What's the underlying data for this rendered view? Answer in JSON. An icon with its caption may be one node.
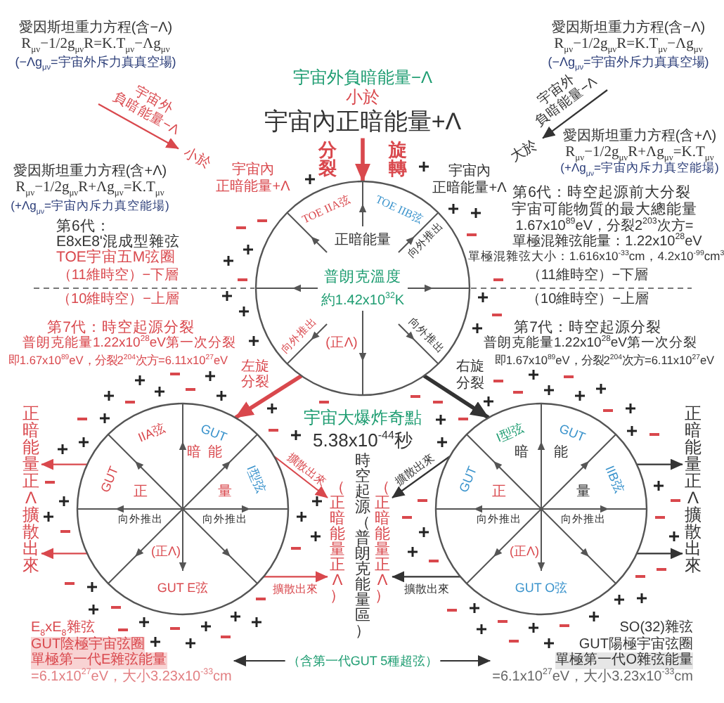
{
  "diagram": {
    "nodes": [
      {
        "text": [
          "宇宙內正暗能量+Λ"
        ]
      },
      {
        "text": [
          "小於"
        ]
      },
      {
        "text": [
          "大於"
        ]
      },
      {
        "text": [
          "正暗能量",
          "普朗克溫度",
          "約1.42x10$^{32}$K",
          "TOE IIA弦",
          "TOE IIB弦",
          "向外推出",
          "向外推出",
          "向外推出",
          "(正Λ)"
        ]
      },
      {
        "text": [
          "IIA弦",
          "GUT",
          "GUT",
          "暗",
          "能",
          "正",
          "量",
          "I型弦",
          "向外推出",
          "向外推出",
          "(正Λ)",
          "GUT E弦"
        ]
      },
      {
        "text": [
          "I型弦",
          "GUT",
          "GUT",
          "暗",
          "能",
          "正",
          "量",
          "IIB弦",
          "向外推出",
          "向外推出",
          "(正Λ)",
          "GUT O弦"
        ]
      },
      {
        "text": [
          "正暗能量正Λ擴散出來"
        ]
      },
      {
        "text": [
          "（正暗能量正Λ）"
        ]
      },
      {
        "text": [
          "（正暗能量正Λ）"
        ]
      },
      {
        "text": [
          "正暗能量正Λ擴散出來"
        ]
      },
      {
        "text": [
          "E$_{8}$xE$_{8}$雜弦",
          "GUT陰極宇宙弦圈",
          "單極第一代E雜弦能量",
          "=6.1x10$^{27}$eV，大小3.23x10$^{-33}$cm"
        ]
      },
      {
        "text": [
          "（含第一代GUT 5種超弦）"
        ]
      },
      {
        "text": [
          "SO(32)雜弦",
          "GUT陽極宇宙弦圈",
          "單極第一代O雜弦能量",
          "=6.1x10$^{27}$eV，大小3.23x10$^{-33}$cm"
        ]
      }
    ],
    "edges": [
      {
        "from": null,
        "to": 1,
        "arrow": "to",
        "label": "宇宙外負暗能量−Λ",
        "color": "#d9484d"
      },
      {
        "from": null,
        "to": 2,
        "arrow": "to",
        "label": "宇宙外負暗能量−Λ"
      },
      {
        "from": 0,
        "to": 3,
        "arrow": "to",
        "style": "thick",
        "color": "#d9484d"
      },
      {
        "from": 3,
        "to": 4,
        "arrow": "to",
        "label": "左旋分裂",
        "style": "thick",
        "color": "#d9484d"
      },
      {
        "from": 3,
        "to": 5,
        "arrow": "to",
        "label": "右旋分裂",
        "style": "thick"
      },
      {
        "from": 4,
        "to": 6,
        "arrow": "to",
        "color": "#d9484d"
      },
      {
        "from": 4,
        "to": 6,
        "arrow": "to",
        "color": "#d9484d"
      },
      {
        "from": 4,
        "to": 7,
        "arrow": "to",
        "label": "擴散出來",
        "color": "#d9484d"
      },
      {
        "from": 4,
        "to": 7,
        "arrow": "to",
        "label": "擴散出來",
        "color": "#d9484d"
      },
      {
        "from": 5,
        "to": 8,
        "arrow": "to",
        "label": "擴散出來"
      },
      {
        "from": 5,
        "to": 8,
        "arrow": "to",
        "label": "擴散出來"
      },
      {
        "from": 5,
        "to": 9,
        "arrow": "to"
      },
      {
        "from": 5,
        "to": 9,
        "arrow": "to"
      },
      {
        "from": 11,
        "to": 10,
        "arrow": "to"
      },
      {
        "from": 11,
        "to": 12,
        "arrow": "to"
      }
    ],
    "labels": [
      "愛因斯坦重力方程(含−Λ)",
      "愛因斯坦重力方程(含−Λ)",
      "R$_{μν}$−1/2g$_{μν}$R=K.T$_{μν}$−Λg$_{μν}$",
      "R$_{μν}$−1/2g$_{μν}$R=K.T$_{μν}$−Λg$_{μν}$",
      "(−Λg$_{μν}$=宇宙外斥力真真空場)",
      "(−Λg$_{μν}$=宇宙外斥力真真空場)",
      "宇宙外負暗能量−Λ",
      "小於",
      "分裂",
      "旋轉",
      "愛因斯坦重力方程(含+Λ)",
      "R$_{μν}$−1/2g$_{μν}$R+Λg$_{μν}$=K.T$_{μν}$",
      "愛因斯坦重力方程(含+Λ)",
      "宇宙內正暗能量+Λ",
      "宇宙內正暗能量+Λ",
      "(+Λg$_{μν}$=宇宙內斥力真空能場)",
      "R$_{μν}$−1/2g$_{μν}$R+Λg$_{μν}$=K.T$_{μν}$",
      "第6代：時空起源前大分裂",
      "(+Λg$_{μν}$=宇宙內斥力真空能場)",
      "宇宙可能物質的最大總能量",
      "第6代：",
      "1.67x10$^{89}$eV，分裂2$^{203}$次方=",
      "E8xE8'混成型雜弦",
      "單極混雜弦能量：1.22x10$^{28}$eV",
      "TOE宇宙五M弦圈",
      "單極混雜弦大小：1.616x10$^{-33}$cm，4.2x10$^{-99}$cm$^{3}$",
      "（11維時空）−下層",
      "（11維時空）−下層",
      "（10維時空）−上層",
      "（10維時空）−上層",
      "第7代：時空起源分裂",
      "第7代：時空起源分裂",
      "普朗克能量1.22x10$^{28}$eV第一次分裂",
      "普朗克能量1.22x10$^{28}$eV第一次分裂",
      "即1.67x10$^{89}$eV，分裂2$^{204}$次方=6.11x10$^{27}$eV",
      "即1.67x10$^{89}$eV，分裂2$^{204}$次方=6.11x10$^{27}$eV",
      "宇宙大爆炸奇點",
      "5.38x10$^{-44}$秒",
      "時空起源（普朗克能量區）"
    ]
  }
}
